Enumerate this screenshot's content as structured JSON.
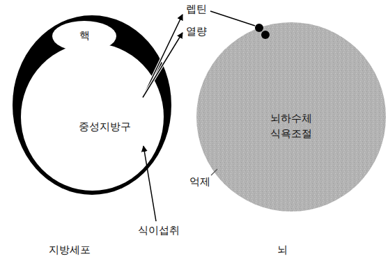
{
  "diagram": {
    "nodes": [
      {
        "text": [
          "지방세포"
        ]
      },
      {
        "text": [
          "핵"
        ],
        "in": 0
      },
      {
        "text": [
          "중성지방구"
        ],
        "in": 0
      },
      {
        "text": [
          "뇌하수체 식욕조절",
          "뇌"
        ]
      }
    ],
    "labels": [
      "렙틴",
      "열량",
      "식이섭취",
      "억제"
    ]
  }
}
